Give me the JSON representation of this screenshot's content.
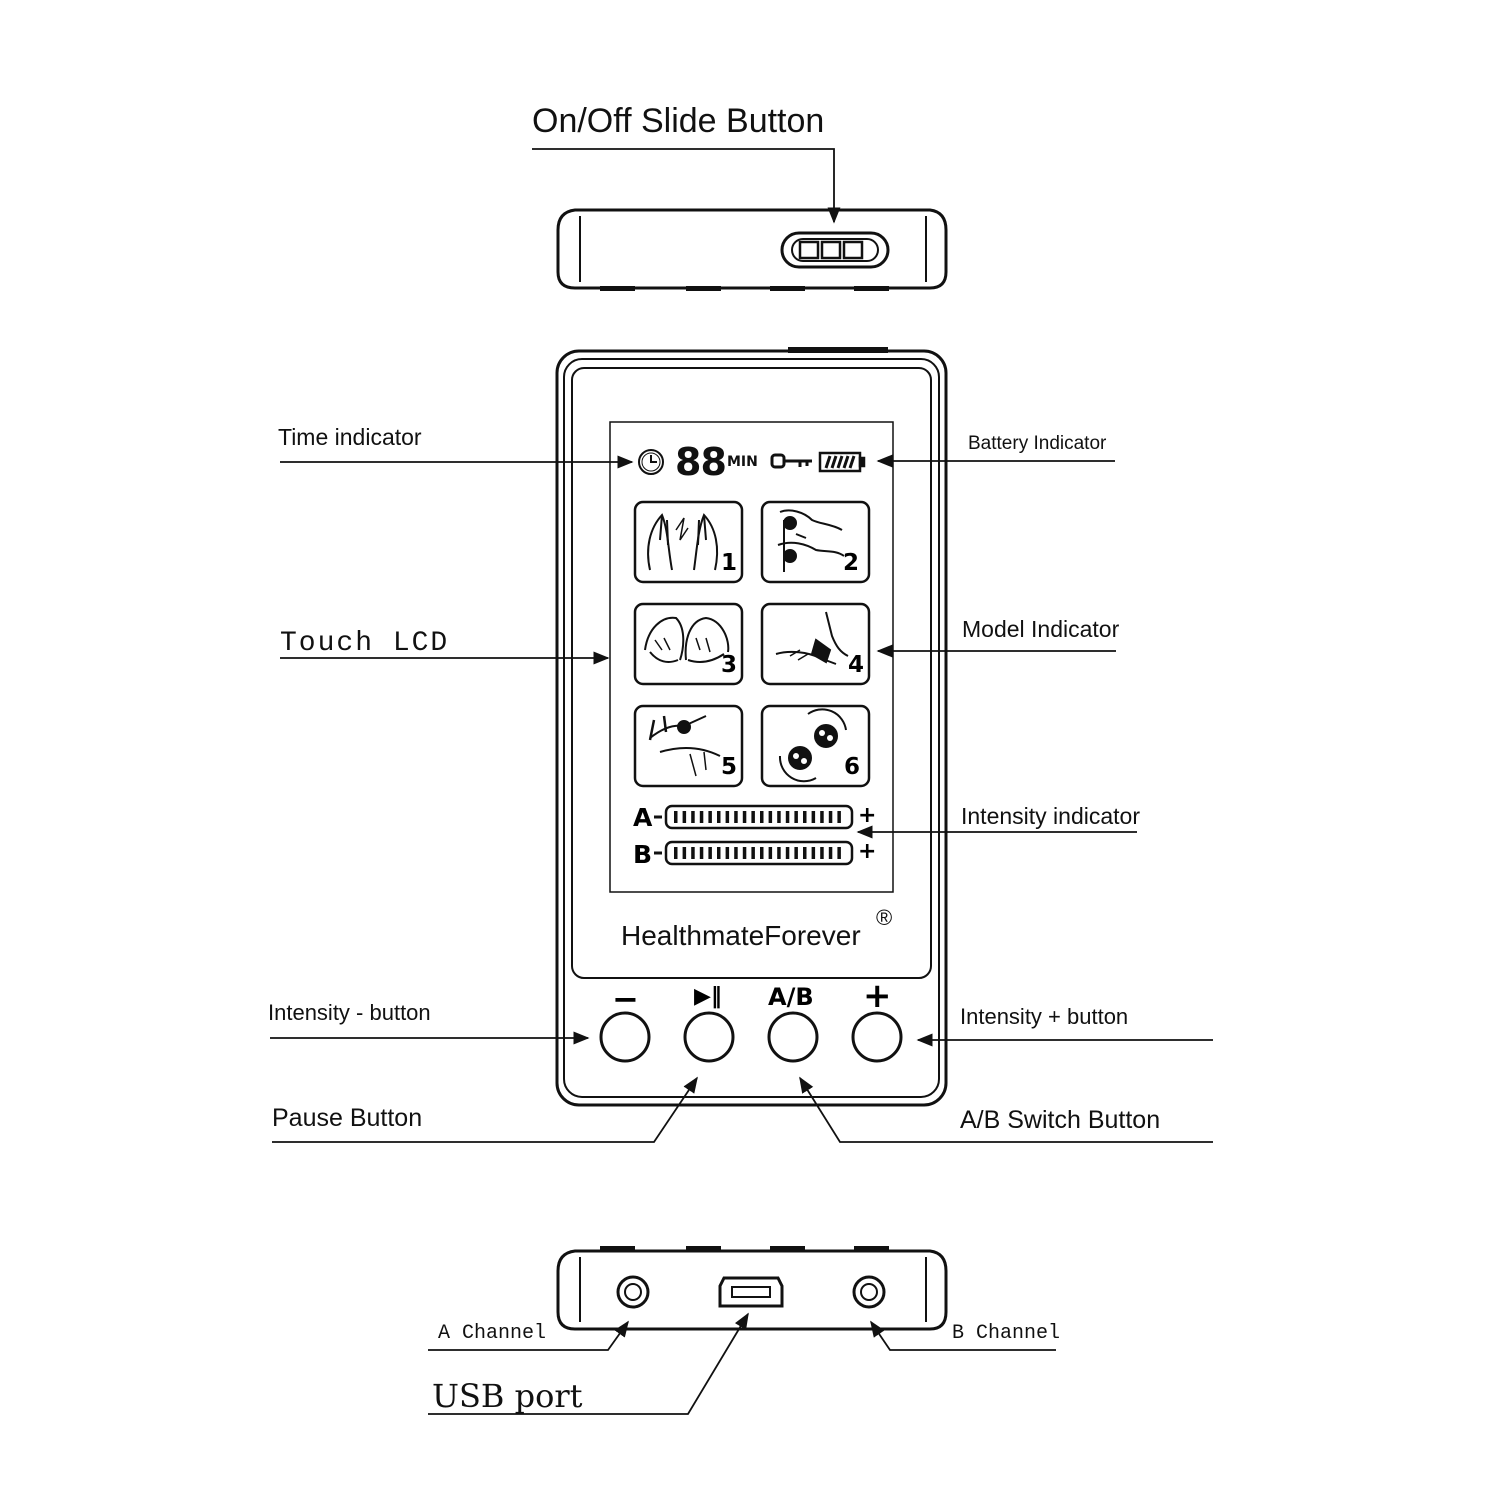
{
  "labels": {
    "onoff": "On/Off  Slide Button",
    "time": "Time  indicator",
    "battery": "Battery  Indicator",
    "touch": "Touch LCD",
    "model": "Model  Indicator",
    "intensity": "Intensity  indicator",
    "intensity_minus": "Intensity  -  button",
    "intensity_plus": "Intensity  +  button",
    "pause": "Pause Button",
    "ab_switch": "A/B Switch Button",
    "a_channel": "A Channel",
    "b_channel": "B Channel",
    "usb": "USB port"
  },
  "device": {
    "brand": "HealthmateForever",
    "registered": "®",
    "time_digits": "88",
    "time_unit": "MIN",
    "modes": [
      "1",
      "2",
      "3",
      "4",
      "5",
      "6"
    ],
    "channel_a": "A",
    "channel_b": "B",
    "plus_sign": "+",
    "buttons": {
      "minus": "−",
      "play_pause": "▶‖",
      "ab": "A/B",
      "plus": "+"
    }
  }
}
